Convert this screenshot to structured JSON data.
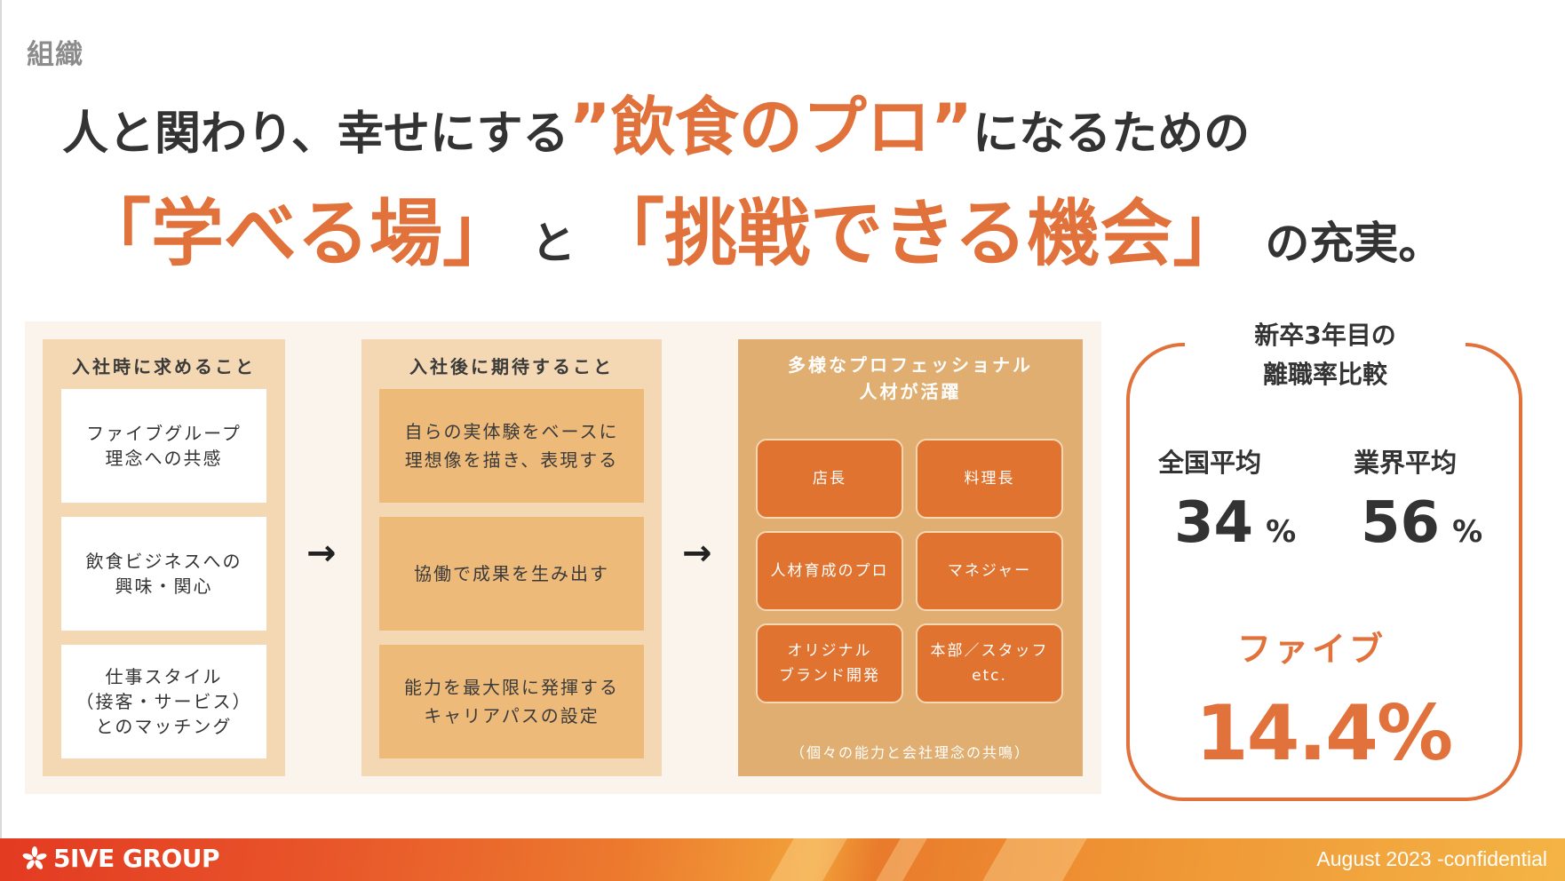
{
  "section_label": "組織",
  "headline": {
    "line1_a": "人と関わり、幸せにする",
    "line1_em": "”飲食のプロ”",
    "line1_b": "になるための",
    "line2_em1": "「学べる場」",
    "line2_and": "と",
    "line2_em2": "「挑戦できる機会」",
    "line2_end": "の充実。"
  },
  "flow": {
    "col1": {
      "title": "入社時に求めること",
      "items": [
        "ファイブグループ\n理念への共感",
        "飲食ビジネスへの\n興味・関心",
        "仕事スタイル\n（接客・サービス）\nとのマッチング"
      ]
    },
    "col2": {
      "title": "入社後に期待すること",
      "items": [
        "自らの実体験をベースに\n理想像を描き、表現する",
        "協働で成果を生み出す",
        "能力を最大限に発揮する\nキャリアパスの設定"
      ]
    },
    "col3": {
      "title": "多様なプロフェッショナル\n人材が活躍",
      "roles": [
        "店長",
        "料理長",
        "人材育成のプロ",
        "マネジャー",
        "オリジナル\nブランド開発",
        "本部／スタッフ\netc."
      ],
      "note": "（個々の能力と会社理念の共鳴）"
    },
    "arrow_symbol": "→"
  },
  "stats": {
    "title": "新卒3年目の\n離職率比較",
    "national_label": "全国平均",
    "national_value": "34",
    "industry_label": "業界平均",
    "industry_value": "56",
    "percent_sign": "%",
    "five_label": "ファイブ",
    "five_value": "14.4%"
  },
  "footer": {
    "logo_text": "5IVE GROUP",
    "confidential": "August 2023 -confidential"
  },
  "colors": {
    "accent": "#e2723c",
    "text": "#333333",
    "beige_light": "#f4d8b3",
    "beige_mid": "#eeba7a",
    "beige_dark": "#e0ae70",
    "role_fill": "#e0732f"
  }
}
